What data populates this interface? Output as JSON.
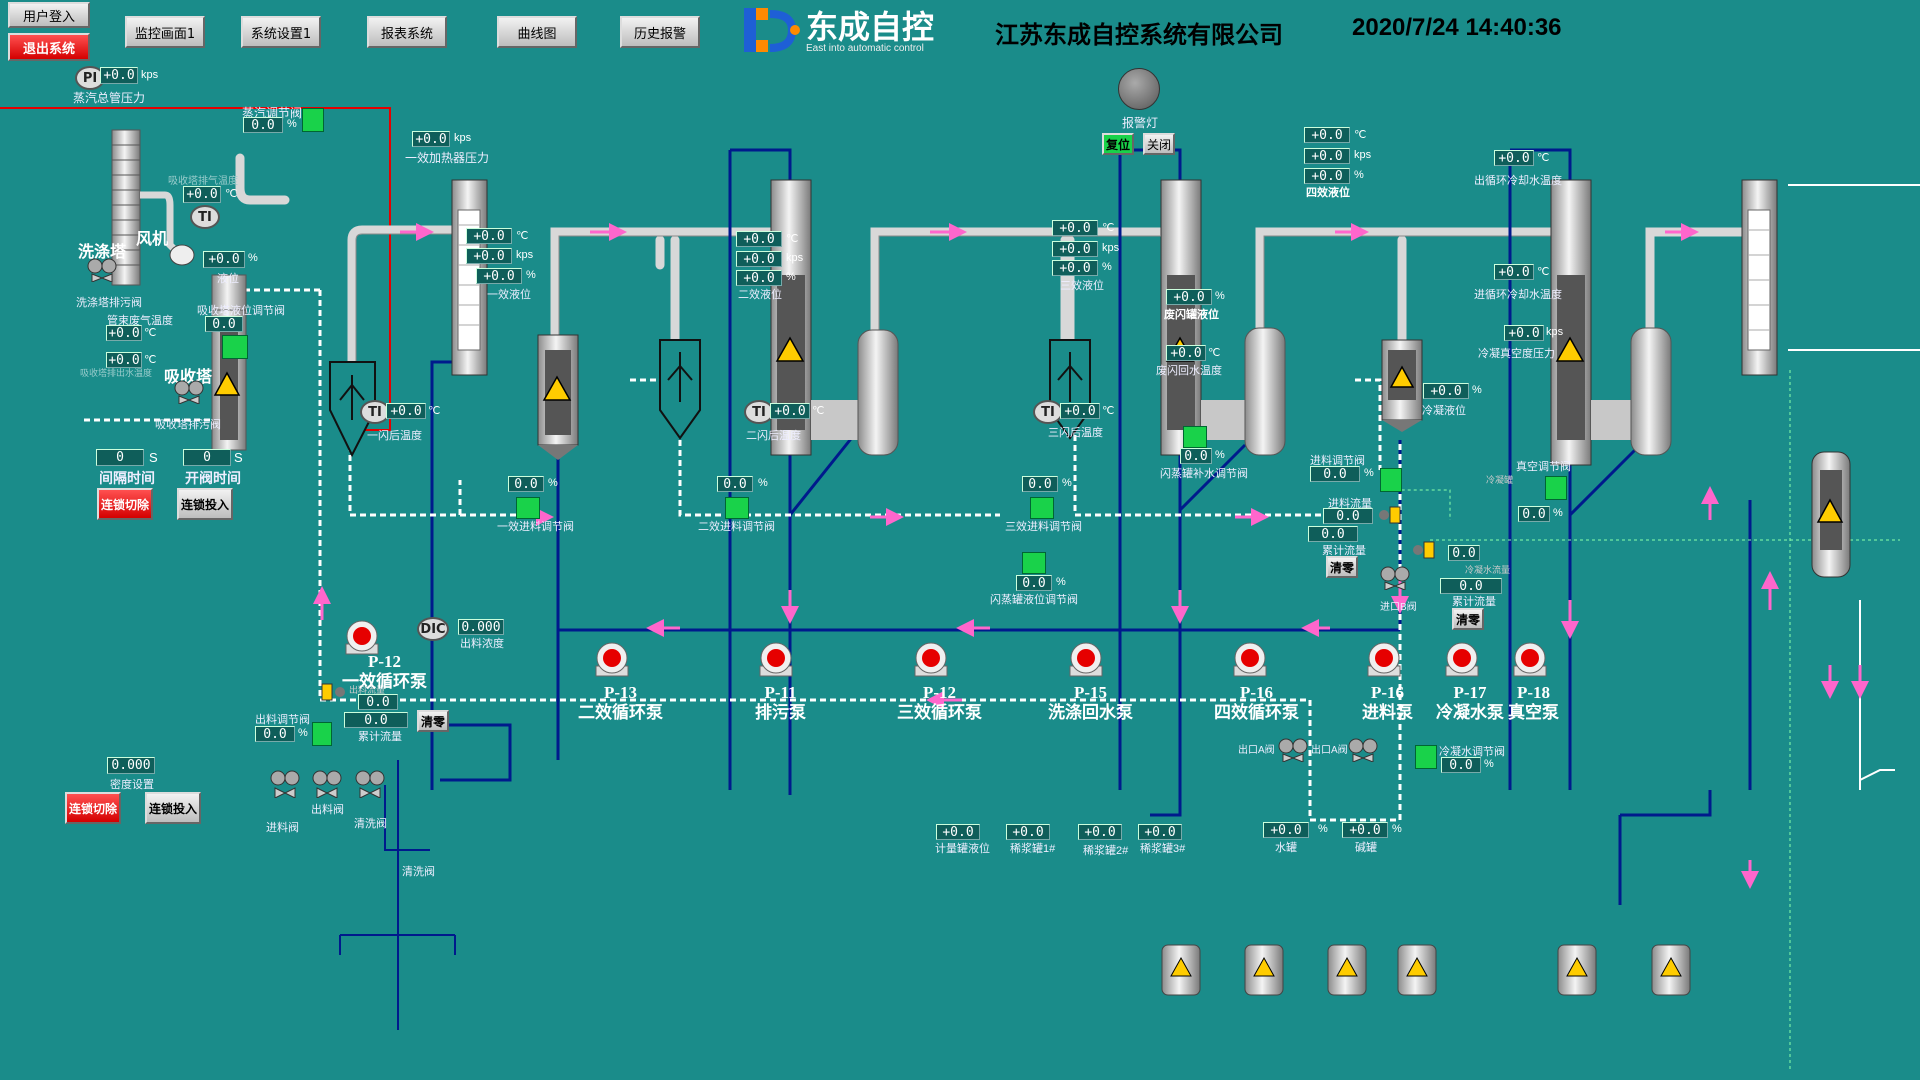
{
  "header": {
    "login": "用户登入",
    "logout": "退出系统",
    "nav": [
      "监控画面1",
      "系统设置1",
      "报表系统",
      "曲线图",
      "历史报警"
    ],
    "logo_text": "东成自控",
    "logo_sub": "East into automatic control",
    "company": "江苏东成自控系统有限公司",
    "datetime": "2020/7/24 14:40:36"
  },
  "alarm": {
    "label": "报警灯",
    "reset": "复位",
    "close": "关闭"
  },
  "left": {
    "steam_pressure": {
      "tag": "PI",
      "value": "+0.0",
      "unit": "kps",
      "label": "蒸汽总管压力"
    },
    "wash_tower": "洗涤塔",
    "fan": "风机",
    "absorb_tower": "吸收塔",
    "wash_drain": "洗涤塔排污阀",
    "absorb_drain": "吸收塔排污阀",
    "exhaust_temp": {
      "value": "+0.0",
      "unit": "℃",
      "label": "吸收塔排气温度"
    },
    "absorb_level": {
      "value": "+0.0",
      "unit": "%",
      "label": "液位"
    },
    "absorb_valve": {
      "value": "0.0",
      "label": "吸收塔液位调节阀"
    },
    "tail_temp": {
      "value": "+0.0",
      "unit": "℃",
      "label": "管束废气温度"
    },
    "absorb_out_temp": {
      "value": "+0.0",
      "unit": "℃",
      "label": "吸收塔排出水温度"
    },
    "interval": {
      "value": "0",
      "unit": "S",
      "label": "间隔时间"
    },
    "open": {
      "value": "0",
      "unit": "S",
      "label": "开阀时间"
    },
    "chain_cut": "连锁切除",
    "chain_in": "连锁投入",
    "density": {
      "value": "0.000",
      "label": "密度设置"
    },
    "chain_cut2": "连锁切除",
    "chain_in2": "连锁投入"
  },
  "steam_valve": {
    "label": "蒸汽调节阀",
    "value": "0.0",
    "unit": "%"
  },
  "heater_pressure": {
    "value": "+0.0",
    "unit": "kps",
    "label": "一效加热器压力"
  },
  "e1": {
    "temp": "+0.0",
    "pressure": "+0.0",
    "level": "+0.0",
    "label": "一效液位",
    "flash_temp": "+0.0",
    "flash_label": "一闪后温度",
    "feed_valve": "0.0",
    "feed_label": "一效进料调节阀"
  },
  "e2": {
    "temp": "+0.0",
    "pressure": "+0.0",
    "level": "+0.0",
    "label": "二效液位",
    "flash_temp": "+0.0",
    "flash_label": "二闪后温度",
    "feed_valve": "0.0",
    "feed_label": "二效进料调节阀"
  },
  "e3": {
    "temp": "+0.0",
    "pressure": "+0.0",
    "level": "+0.0",
    "label": "三效液位",
    "flash_temp": "+0.0",
    "flash_label": "三闪后温度",
    "feed_valve": "0.0",
    "feed_label": "三效进料调节阀"
  },
  "flash_tank": {
    "level": "+0.0",
    "label": "废闪罐液位",
    "water_temp": "+0.0",
    "water_label": "废闪回水温度",
    "refill": "0.0",
    "refill_label": "闪蒸罐补水调节阀",
    "level_valve": "0.0",
    "level_valve_label": "闪蒸罐液位调节阀"
  },
  "e4": {
    "temp": "+0.0",
    "pressure": "+0.0",
    "level": "+0.0",
    "label": "四效液位"
  },
  "right": {
    "cool_out": {
      "value": "+0.0",
      "unit": "℃",
      "label": "出循环冷却水温度"
    },
    "cool_in": {
      "value": "+0.0",
      "unit": "℃",
      "label": "进循环冷却水温度"
    },
    "vacuum": {
      "value": "+0.0",
      "unit": "kps",
      "label": "冷凝真空度压力"
    },
    "cond_level": {
      "value": "+0.0",
      "unit": "%",
      "label": "冷凝液位"
    },
    "cond_tank": "冷凝罐",
    "vac_valve": {
      "value": "0.0",
      "unit": "%",
      "label": "真空调节阀"
    },
    "feed_valve": {
      "value": "0.0",
      "unit": "%",
      "label": "进料调节阀"
    },
    "feed_flow": {
      "value": "0.0",
      "label": "进料流量"
    },
    "feed_total": {
      "value": "0.0",
      "label": "累计流量"
    },
    "clear": "清零",
    "cond_flow": {
      "value": "0.0",
      "label": "冷凝水流量"
    },
    "cond_total": {
      "value": "0.0",
      "label": "累计流量"
    },
    "clear2": "清零",
    "inlet_b": "进口B阀",
    "cool_valve": {
      "value": "0.0",
      "unit": "%",
      "label": "冷凝水调节阀"
    }
  },
  "discharge": {
    "conc": {
      "tag": "DIC",
      "value": "0.000",
      "label": "出料浓度"
    },
    "flow": {
      "value": "0.0",
      "label": "出料流量"
    },
    "total": {
      "value": "0.0",
      "label": "累计流量"
    },
    "clear": "清零",
    "valve": {
      "value": "0.0",
      "unit": "%",
      "label": "出料调节阀"
    },
    "v1": "进料阀",
    "v2": "出料阀",
    "v3": "清洗阀",
    "v4": "清洗阀"
  },
  "pumps": [
    {
      "tag": "P-12",
      "name": "一效循环泵"
    },
    {
      "tag": "P-13",
      "name": "二效循环泵"
    },
    {
      "tag": "P-11",
      "name": "排污泵"
    },
    {
      "tag": "P-12",
      "name": "三效循环泵"
    },
    {
      "tag": "P-15",
      "name": "洗涤回水泵"
    },
    {
      "tag": "P-16",
      "name": "四效循环泵"
    },
    {
      "tag": "P-16",
      "name": "进料泵"
    },
    {
      "tag": "P-17",
      "name": "冷凝水泵"
    },
    {
      "tag": "P-18",
      "name": "真空泵"
    }
  ],
  "tanks": [
    {
      "value": "+0.0",
      "label": "计量罐液位"
    },
    {
      "value": "+0.0",
      "label": "稀浆罐1#"
    },
    {
      "value": "+0.0",
      "label": "稀浆罐2#"
    },
    {
      "value": "+0.0",
      "label": "稀浆罐3#"
    }
  ],
  "tanks2": [
    {
      "value": "+0.0",
      "unit": "%",
      "label": "水罐",
      "valve": "出口A阀"
    },
    {
      "value": "+0.0",
      "unit": "%",
      "label": "碱罐",
      "valve": "出口A阀"
    }
  ],
  "colors": {
    "bg": "#1a8c8a",
    "pipe_blue": "#001a8c",
    "arrow": "#ff66cc",
    "alarm_red": "#e60000",
    "ok_green": "#19d24a"
  }
}
